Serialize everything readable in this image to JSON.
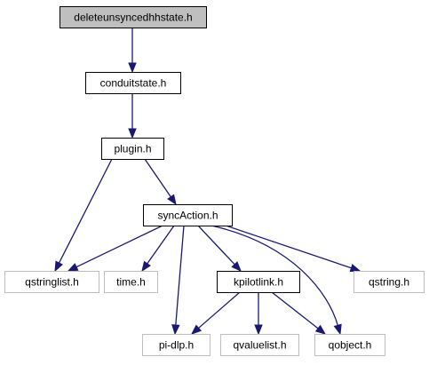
{
  "colors": {
    "edge": "#191970",
    "root_fill": "#bfbfbf",
    "external_border": "#bfbfbf"
  },
  "nodes": [
    {
      "id": "deleteunsyncedhhstate",
      "label": "deleteunsyncedhhstate.h",
      "kind": "root"
    },
    {
      "id": "conduitstate",
      "label": "conduitstate.h",
      "kind": "normal"
    },
    {
      "id": "plugin",
      "label": "plugin.h",
      "kind": "normal"
    },
    {
      "id": "syncaction",
      "label": "syncAction.h",
      "kind": "normal"
    },
    {
      "id": "qstringlist",
      "label": "qstringlist.h",
      "kind": "external"
    },
    {
      "id": "time",
      "label": "time.h",
      "kind": "external"
    },
    {
      "id": "kpilotlink",
      "label": "kpilotlink.h",
      "kind": "normal"
    },
    {
      "id": "qstring",
      "label": "qstring.h",
      "kind": "external"
    },
    {
      "id": "pidlp",
      "label": "pi-dlp.h",
      "kind": "external"
    },
    {
      "id": "qvaluelist",
      "label": "qvaluelist.h",
      "kind": "external"
    },
    {
      "id": "qobject",
      "label": "qobject.h",
      "kind": "external"
    }
  ],
  "edges": [
    {
      "from": "deleteunsyncedhhstate",
      "to": "conduitstate"
    },
    {
      "from": "conduitstate",
      "to": "plugin"
    },
    {
      "from": "plugin",
      "to": "qstringlist"
    },
    {
      "from": "plugin",
      "to": "syncaction"
    },
    {
      "from": "syncaction",
      "to": "qstringlist"
    },
    {
      "from": "syncaction",
      "to": "time"
    },
    {
      "from": "syncaction",
      "to": "pidlp"
    },
    {
      "from": "syncaction",
      "to": "kpilotlink"
    },
    {
      "from": "syncaction",
      "to": "qobject"
    },
    {
      "from": "syncaction",
      "to": "qstring"
    },
    {
      "from": "kpilotlink",
      "to": "pidlp"
    },
    {
      "from": "kpilotlink",
      "to": "qvaluelist"
    },
    {
      "from": "kpilotlink",
      "to": "qobject"
    }
  ]
}
